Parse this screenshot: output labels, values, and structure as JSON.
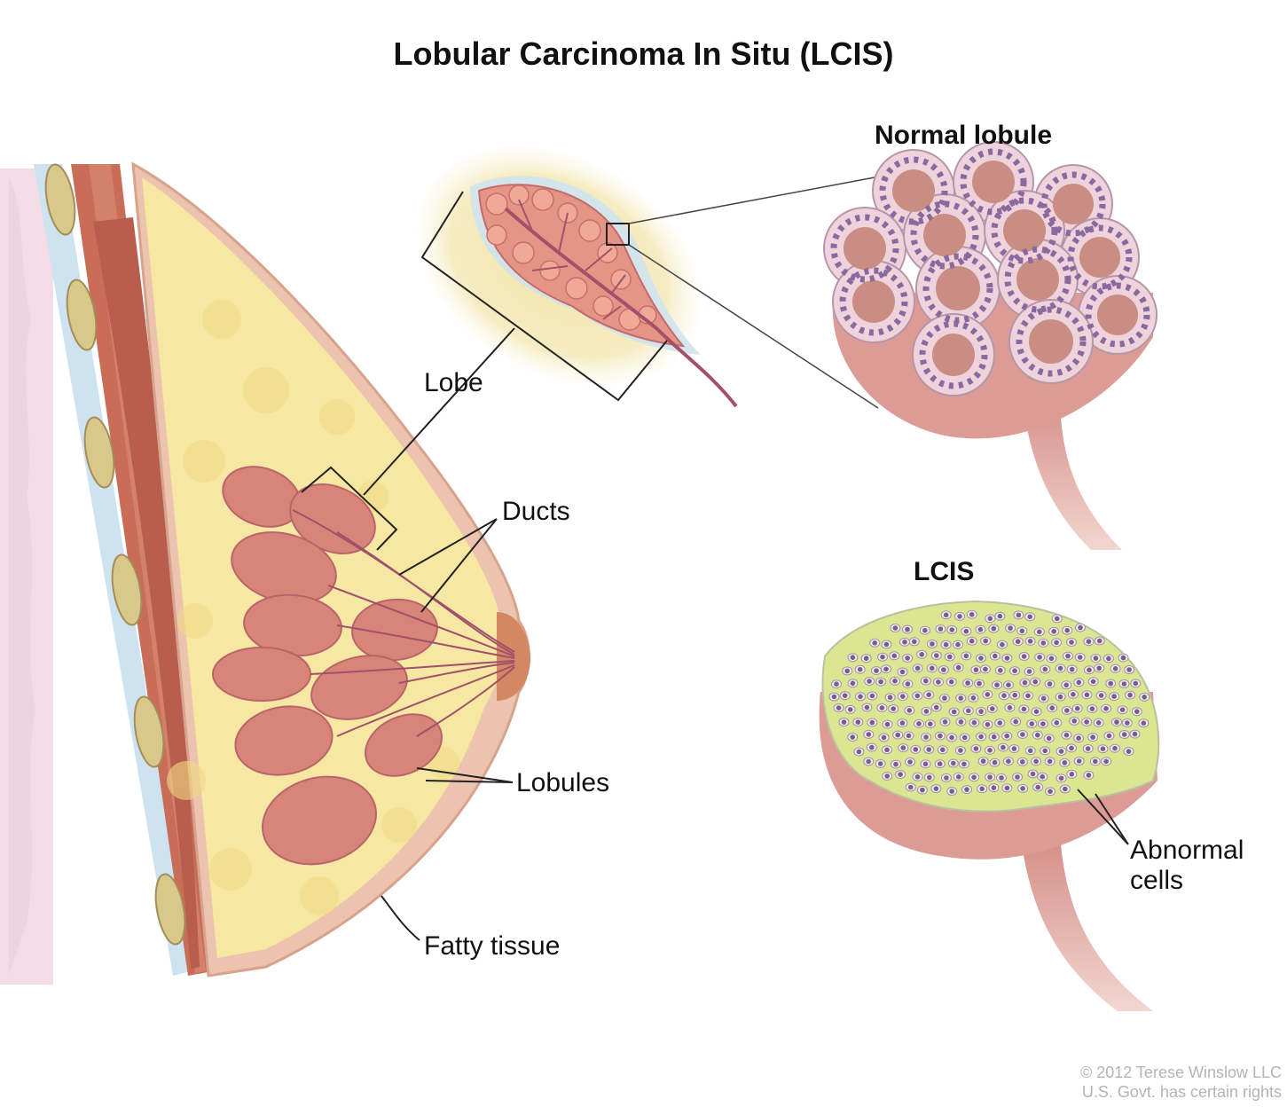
{
  "title": "Lobular Carcinoma In Situ (LCIS)",
  "labels": {
    "normal_lobule": "Normal lobule",
    "lcis": "LCIS",
    "lobe": "Lobe",
    "ducts": "Ducts",
    "lobules": "Lobules",
    "fatty_tissue": "Fatty tissue",
    "abnormal_cells_line1": "Abnormal",
    "abnormal_cells_line2": "cells"
  },
  "credit": {
    "line1": "© 2012 Terese Winslow LLC",
    "line2": "U.S. Govt. has certain rights"
  },
  "colors": {
    "fat": "#f6e7a2",
    "skin": "#e8b8a2",
    "muscle": "#c96d58",
    "tissue_pink": "#d98479",
    "lobule_pink": "#e7b7bf",
    "cell_purple": "#7d5b8f",
    "abnormal_fill": "#dbe692",
    "duct": "#a0506a"
  }
}
